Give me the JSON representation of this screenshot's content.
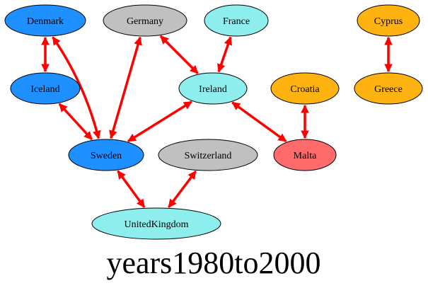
{
  "title": "years1980to2000",
  "colors": {
    "edge": "#ff0000",
    "blue": "#1e90ff",
    "gray": "#c0c0c0",
    "cyan": "#8eeeee",
    "orange": "#ffb310",
    "salmon": "#ff6b6b"
  },
  "nodes": [
    {
      "id": "denmark",
      "label": "Denmark",
      "color": "blue"
    },
    {
      "id": "germany",
      "label": "Germany",
      "color": "gray"
    },
    {
      "id": "france",
      "label": "France",
      "color": "cyan"
    },
    {
      "id": "cyprus",
      "label": "Cyprus",
      "color": "orange"
    },
    {
      "id": "iceland",
      "label": "Iceland",
      "color": "blue"
    },
    {
      "id": "ireland",
      "label": "Ireland",
      "color": "cyan"
    },
    {
      "id": "croatia",
      "label": "Croatia",
      "color": "orange"
    },
    {
      "id": "greece",
      "label": "Greece",
      "color": "orange"
    },
    {
      "id": "sweden",
      "label": "Sweden",
      "color": "blue"
    },
    {
      "id": "switzerland",
      "label": "Switzerland",
      "color": "gray"
    },
    {
      "id": "malta",
      "label": "Malta",
      "color": "salmon"
    },
    {
      "id": "unitedkingdom",
      "label": "UnitedKingdom",
      "color": "cyan"
    }
  ],
  "edges": [
    {
      "from": "denmark",
      "to": "iceland"
    },
    {
      "from": "denmark",
      "to": "sweden"
    },
    {
      "from": "germany",
      "to": "sweden"
    },
    {
      "from": "germany",
      "to": "ireland"
    },
    {
      "from": "france",
      "to": "ireland"
    },
    {
      "from": "cyprus",
      "to": "greece"
    },
    {
      "from": "iceland",
      "to": "sweden"
    },
    {
      "from": "ireland",
      "to": "sweden"
    },
    {
      "from": "ireland",
      "to": "malta"
    },
    {
      "from": "croatia",
      "to": "malta"
    },
    {
      "from": "sweden",
      "to": "unitedkingdom"
    },
    {
      "from": "switzerland",
      "to": "unitedkingdom"
    }
  ]
}
